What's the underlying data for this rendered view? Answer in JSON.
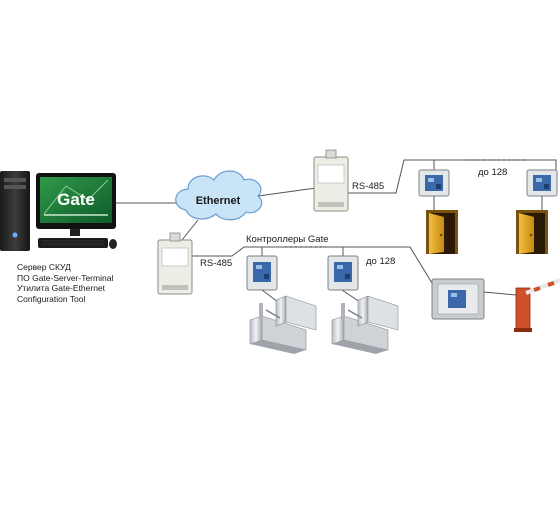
{
  "server": {
    "screen_logo": "Gate",
    "caption": [
      "Сервер СКУД",
      "ПО Gate-Server-Terminal",
      "Утилита Gate-Ethernet",
      "Configuration Tool"
    ]
  },
  "network": {
    "ethernet_label": "Ethernet",
    "controllers_label": "Контроллеры Gate",
    "rs485_top": "RS-485",
    "rs485_bottom": "RS-485",
    "up_to_top": "до 128",
    "up_to_bottom": "до 128"
  },
  "colors": {
    "cloud": "#c9e3f7",
    "cloud_stroke": "#6d9ccc",
    "converter": "#eceee6",
    "controller": "#e4e7ea",
    "board": "#3b68a8",
    "door": "#e0a020",
    "barrier": "#d0502a",
    "line": "#555555"
  }
}
